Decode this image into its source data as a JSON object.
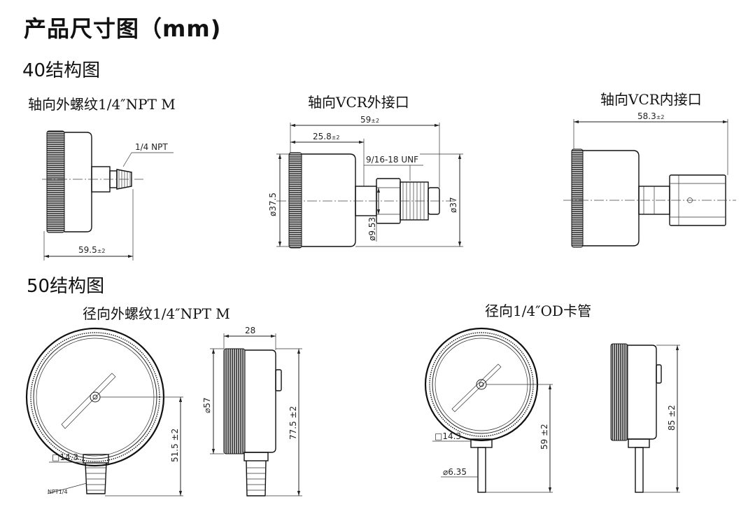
{
  "title": "产品尺寸图（mm)",
  "sections": {
    "s40": {
      "title": "40结构图",
      "views": {
        "axial_npt": {
          "caption": "轴向外螺纹1/4″NPT M",
          "thread_label": "1/4  NPT",
          "length": "59.5",
          "length_tol": "±2"
        },
        "axial_vcr_male": {
          "caption": "轴向VCR外接口",
          "overall": "59",
          "overall_tol": "±2",
          "inner": "25.8",
          "inner_tol": "±2",
          "thread_label": "9/16-18 UNF",
          "dia_case": "ø37.5",
          "dia_right": "ø37",
          "dia_stem": "ø9.53"
        },
        "axial_vcr_female": {
          "caption": "轴向VCR内接口",
          "overall": "58.3",
          "overall_tol": "±2"
        }
      }
    },
    "s50": {
      "title": "50结构图",
      "views": {
        "radial_npt": {
          "caption": "径向外螺纹1/4″NPT M",
          "depth": "28",
          "dia": "57",
          "height_total": "77.5 ±2",
          "height_center": "51.5 ±2",
          "hex": "14.3",
          "thread_label": "NPT1/4"
        },
        "radial_od": {
          "caption": "径向1/4″OD卡管",
          "height_total": "85 ±2",
          "height_center": "59 ±2",
          "hex": "14.3",
          "tube_dia": "6.35"
        }
      }
    }
  }
}
